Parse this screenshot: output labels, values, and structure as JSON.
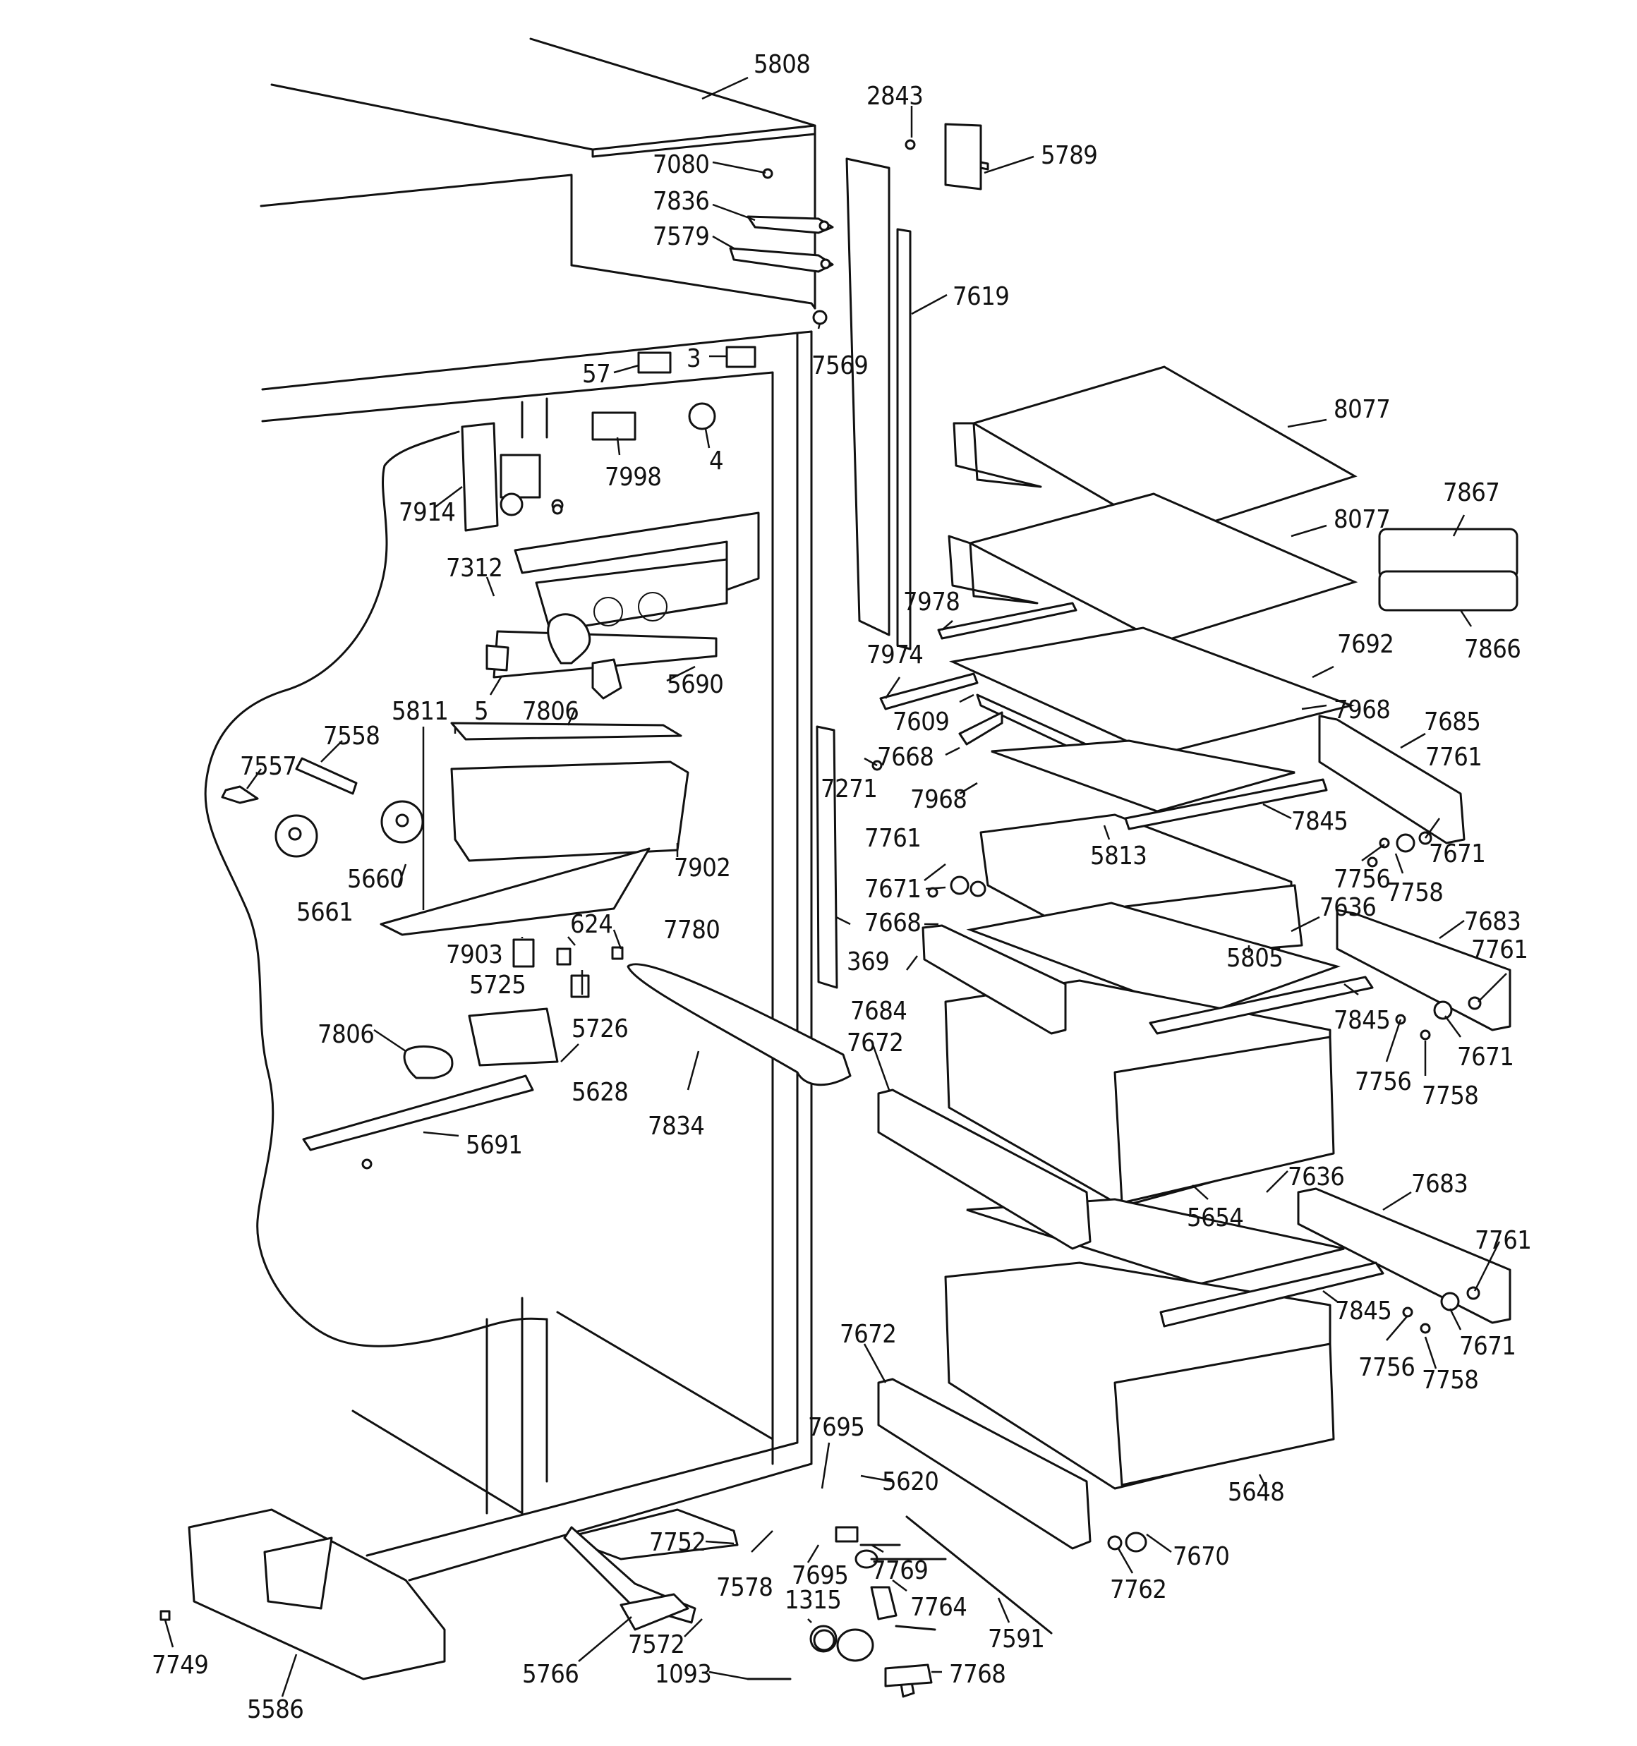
{
  "diagram": {
    "labels": {
      "p5808": "5808",
      "p2843": "2843",
      "p5789": "5789",
      "p7080": "7080",
      "p7836": "7836",
      "p7579": "7579",
      "p7619": "7619",
      "p7569": "7569",
      "p57": "57",
      "p3": "3",
      "p7998": "7998",
      "p4": "4",
      "p8077a": "8077",
      "p8077b": "8077",
      "p7867": "7867",
      "p7866": "7866",
      "p7914": "7914",
      "p7312": "7312",
      "p7978": "7978",
      "p7974": "7974",
      "p7692": "7692",
      "p5690": "5690",
      "p5": "5",
      "p7806a": "7806",
      "p5811": "5811",
      "p7558": "7558",
      "p7557": "7557",
      "p7609": "7609",
      "p7968a": "7968",
      "p7685": "7685",
      "p7668a": "7668",
      "p7271": "7271",
      "p7761a": "7761",
      "p7968b": "7968",
      "p7845a": "7845",
      "p5813": "5813",
      "p7761b": "7761",
      "p7756a": "7756",
      "p7671a": "7671",
      "p7758a": "7758",
      "p5660": "5660",
      "p5661": "5661",
      "p7902": "7902",
      "p7671b": "7671",
      "p7668b": "7668",
      "p7636a": "7636",
      "p7683a": "7683",
      "p7761c": "7761",
      "p5805": "5805",
      "p624": "624",
      "p7780": "7780",
      "p7903": "7903",
      "p5725": "5725",
      "p369": "369",
      "p7684": "7684",
      "p7845b": "7845",
      "p7756b": "7756",
      "p7671c": "7671",
      "p7758b": "7758",
      "p5726": "5726",
      "p7806b": "7806",
      "p7672a": "7672",
      "p5628": "5628",
      "p7834": "7834",
      "p5691": "5691",
      "p5654": "5654",
      "p7636b": "7636",
      "p7683b": "7683",
      "p7761d": "7761",
      "p7845c": "7845",
      "p7756c": "7756",
      "p7671d": "7671",
      "p7758c": "7758",
      "p7672b": "7672",
      "p7695a": "7695",
      "p5620": "5620",
      "p5648": "5648",
      "p7752": "7752",
      "p7578": "7578",
      "p7695b": "7695",
      "p7769": "7769",
      "p7670": "7670",
      "p7762": "7762",
      "p1315": "1315",
      "p7764": "7764",
      "p7591": "7591",
      "p7749": "7749",
      "p7572": "7572",
      "p5766": "5766",
      "p1093": "1093",
      "p7768": "7768",
      "p5586": "5586"
    }
  }
}
